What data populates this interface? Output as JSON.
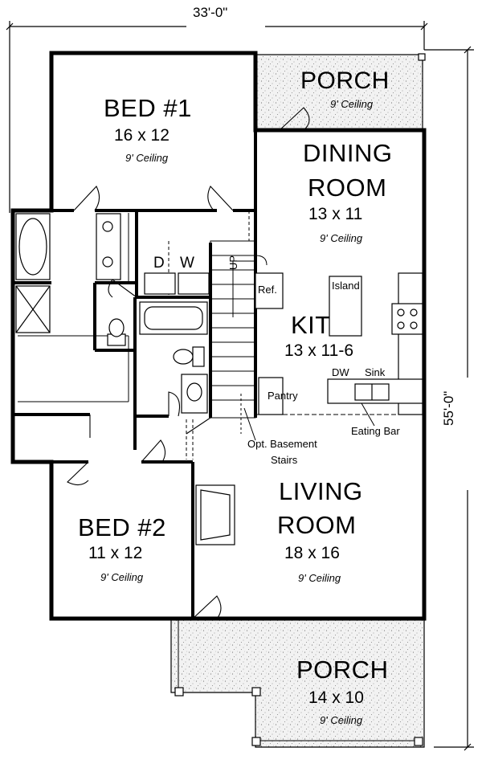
{
  "dimensions": {
    "overall_width": "33'-0\"",
    "overall_depth": "55'-0\""
  },
  "rooms": {
    "front_porch": {
      "name": "PORCH",
      "ceiling": "9' Ceiling"
    },
    "bed1": {
      "name": "BED #1",
      "size": "16 x 12",
      "ceiling": "9' Ceiling"
    },
    "dining": {
      "name_line1": "DINING",
      "name_line2": "ROOM",
      "size": "13 x 11",
      "ceiling": "9' Ceiling"
    },
    "kitchen": {
      "name": "KIT",
      "size": "13 x 11-6"
    },
    "bed2": {
      "name": "BED #2",
      "size": "11 x 12",
      "ceiling": "9' Ceiling"
    },
    "living": {
      "name_line1": "LIVING",
      "name_line2": "ROOM",
      "size": "18 x 16",
      "ceiling": "9' Ceiling"
    },
    "rear_porch": {
      "name": "PORCH",
      "size": "14 x 10",
      "ceiling": "9' Ceiling"
    }
  },
  "fixtures": {
    "dryer": "D",
    "washer": "W",
    "stair_dir": "UP",
    "refrigerator": "Ref.",
    "island": "Island",
    "dishwasher": "DW",
    "sink": "Sink",
    "pantry": "Pantry",
    "eating_bar": "Eating Bar",
    "basement_line1": "Opt. Basement",
    "basement_line2": "Stairs"
  },
  "colors": {
    "line": "#000000",
    "porch_fill": "#efefef",
    "background": "#ffffff"
  }
}
